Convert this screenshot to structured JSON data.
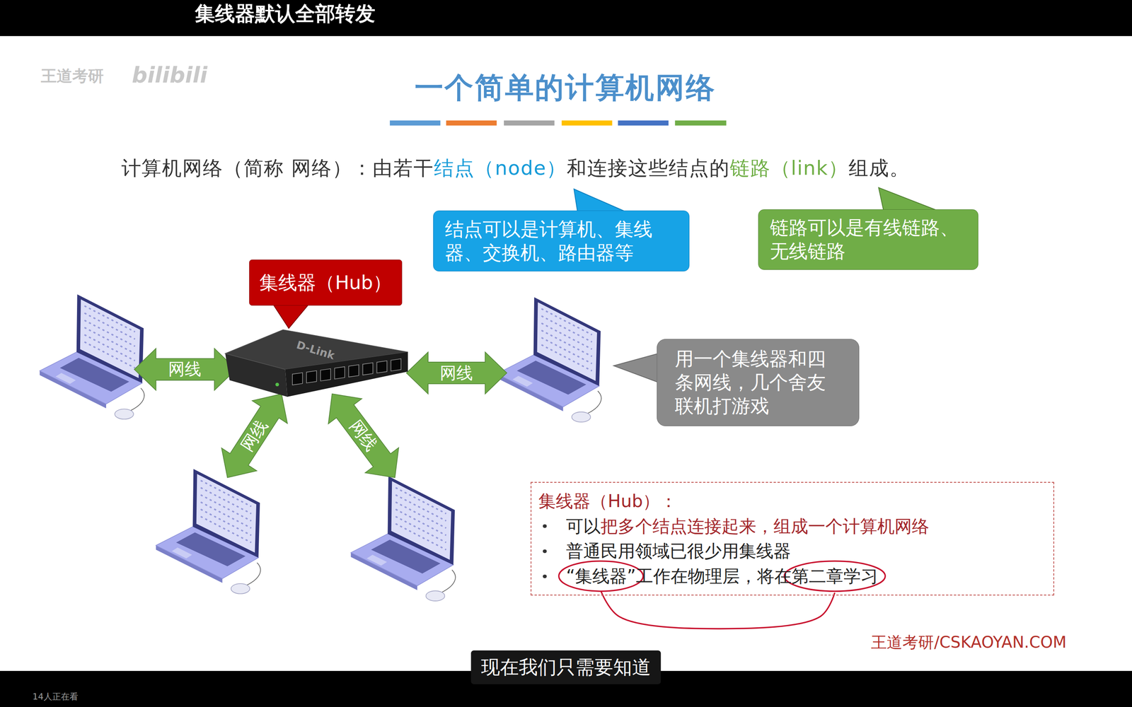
{
  "diagram": {
    "title": "一个简单的计算机网络",
    "nodes": [
      {
        "text": [
          "结点可以是计算机、集线器、交换机、路由器等"
        ]
      },
      {
        "text": [
          "链路可以是有线链路、无线链路"
        ]
      },
      {
        "text": [
          "集线器（Hub）"
        ]
      },
      {
        "text": [
          "用一个集线器和四条网线，几个舍友联机打游戏"
        ]
      },
      {
        "text": [
          "集线器（Hub）：",
          "可以",
          "把多个结点连接起来，组成一个计算机网络",
          "普通民用领域已很少用集线器",
          "“集线器”工作在物理层，将在第二章学习"
        ]
      }
    ],
    "labels": [
      "集线器默认全部转发",
      "王道考研",
      "bilibili",
      "计算机网络（简称 网络）：由若干",
      "结点（node）",
      "和连接这些结点的",
      "链路（link）",
      "组成。",
      "D-Link",
      "网线",
      "网线",
      "网线",
      "网线",
      "王道考研/CSKAOYAN.COM",
      "现在我们只需要知道",
      "14人正在看"
    ]
  }
}
